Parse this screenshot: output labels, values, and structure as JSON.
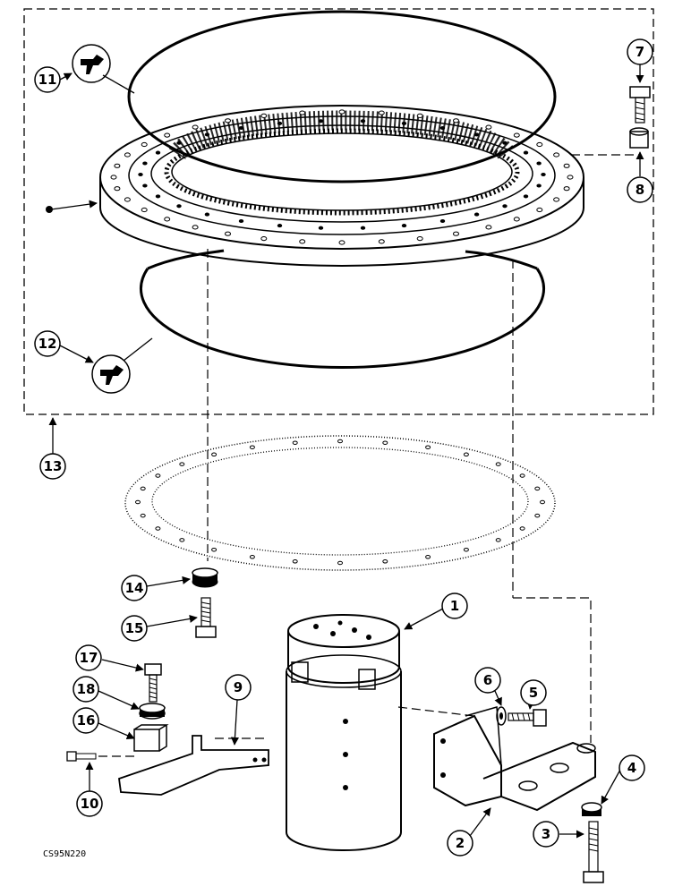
{
  "figure": {
    "drawing_code": "CS95N220",
    "colors": {
      "ink": "#000000",
      "paper": "#ffffff"
    }
  },
  "callouts": [
    {
      "id": "c1",
      "number": "1"
    },
    {
      "id": "c2",
      "number": "2"
    },
    {
      "id": "c3",
      "number": "3"
    },
    {
      "id": "c4",
      "number": "4"
    },
    {
      "id": "c5",
      "number": "5"
    },
    {
      "id": "c6",
      "number": "6"
    },
    {
      "id": "c7",
      "number": "7"
    },
    {
      "id": "c8",
      "number": "8"
    },
    {
      "id": "c9",
      "number": "9"
    },
    {
      "id": "c10",
      "number": "10"
    },
    {
      "id": "c11",
      "number": "11"
    },
    {
      "id": "c12",
      "number": "12"
    },
    {
      "id": "c13",
      "number": "13"
    },
    {
      "id": "c14",
      "number": "14"
    },
    {
      "id": "c15",
      "number": "15"
    },
    {
      "id": "c16",
      "number": "16"
    },
    {
      "id": "c17",
      "number": "17"
    },
    {
      "id": "c18",
      "number": "18"
    }
  ],
  "icons": [
    "sealant-hand-icon",
    "sealant-hand-icon"
  ]
}
